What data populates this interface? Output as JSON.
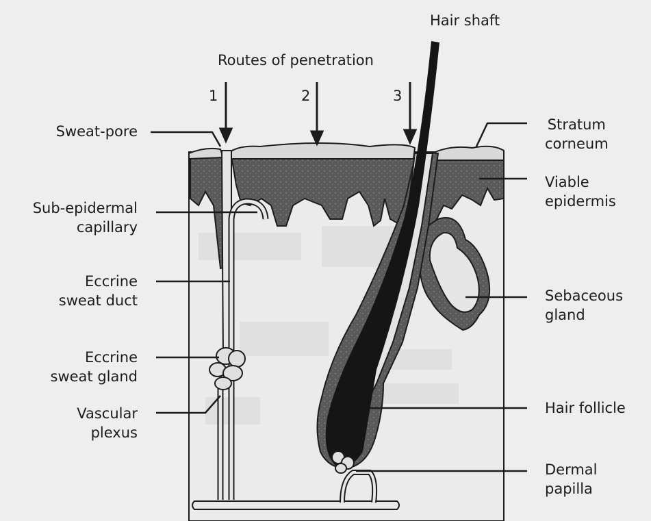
{
  "labels": {
    "hair_shaft": "Hair shaft",
    "routes": "Routes of penetration",
    "route_1": "1",
    "route_2": "2",
    "route_3": "3",
    "sweat_pore": "Sweat-pore",
    "sub_epidermal": [
      "Sub-epidermal",
      "capillary"
    ],
    "eccrine_duct": [
      "Eccrine",
      "sweat duct"
    ],
    "eccrine_gland": [
      "Eccrine",
      "sweat gland"
    ],
    "vascular_plexus": [
      "Vascular",
      "plexus"
    ],
    "stratum_corneum": [
      "Stratum",
      "corneum"
    ],
    "viable_epidermis": [
      "Viable",
      "epidermis"
    ],
    "sebaceous_gland": [
      "Sebaceous",
      "gland"
    ],
    "hair_follicle": "Hair follicle",
    "dermal_papilla": [
      "Dermal",
      "papilla"
    ]
  },
  "colors": {
    "background": "#eeeeee",
    "ink": "#1c1c1c",
    "epidermis": "#595959",
    "stratum": "#d8d8d8",
    "dermis": "#eaeaea",
    "hair": "#151515"
  }
}
